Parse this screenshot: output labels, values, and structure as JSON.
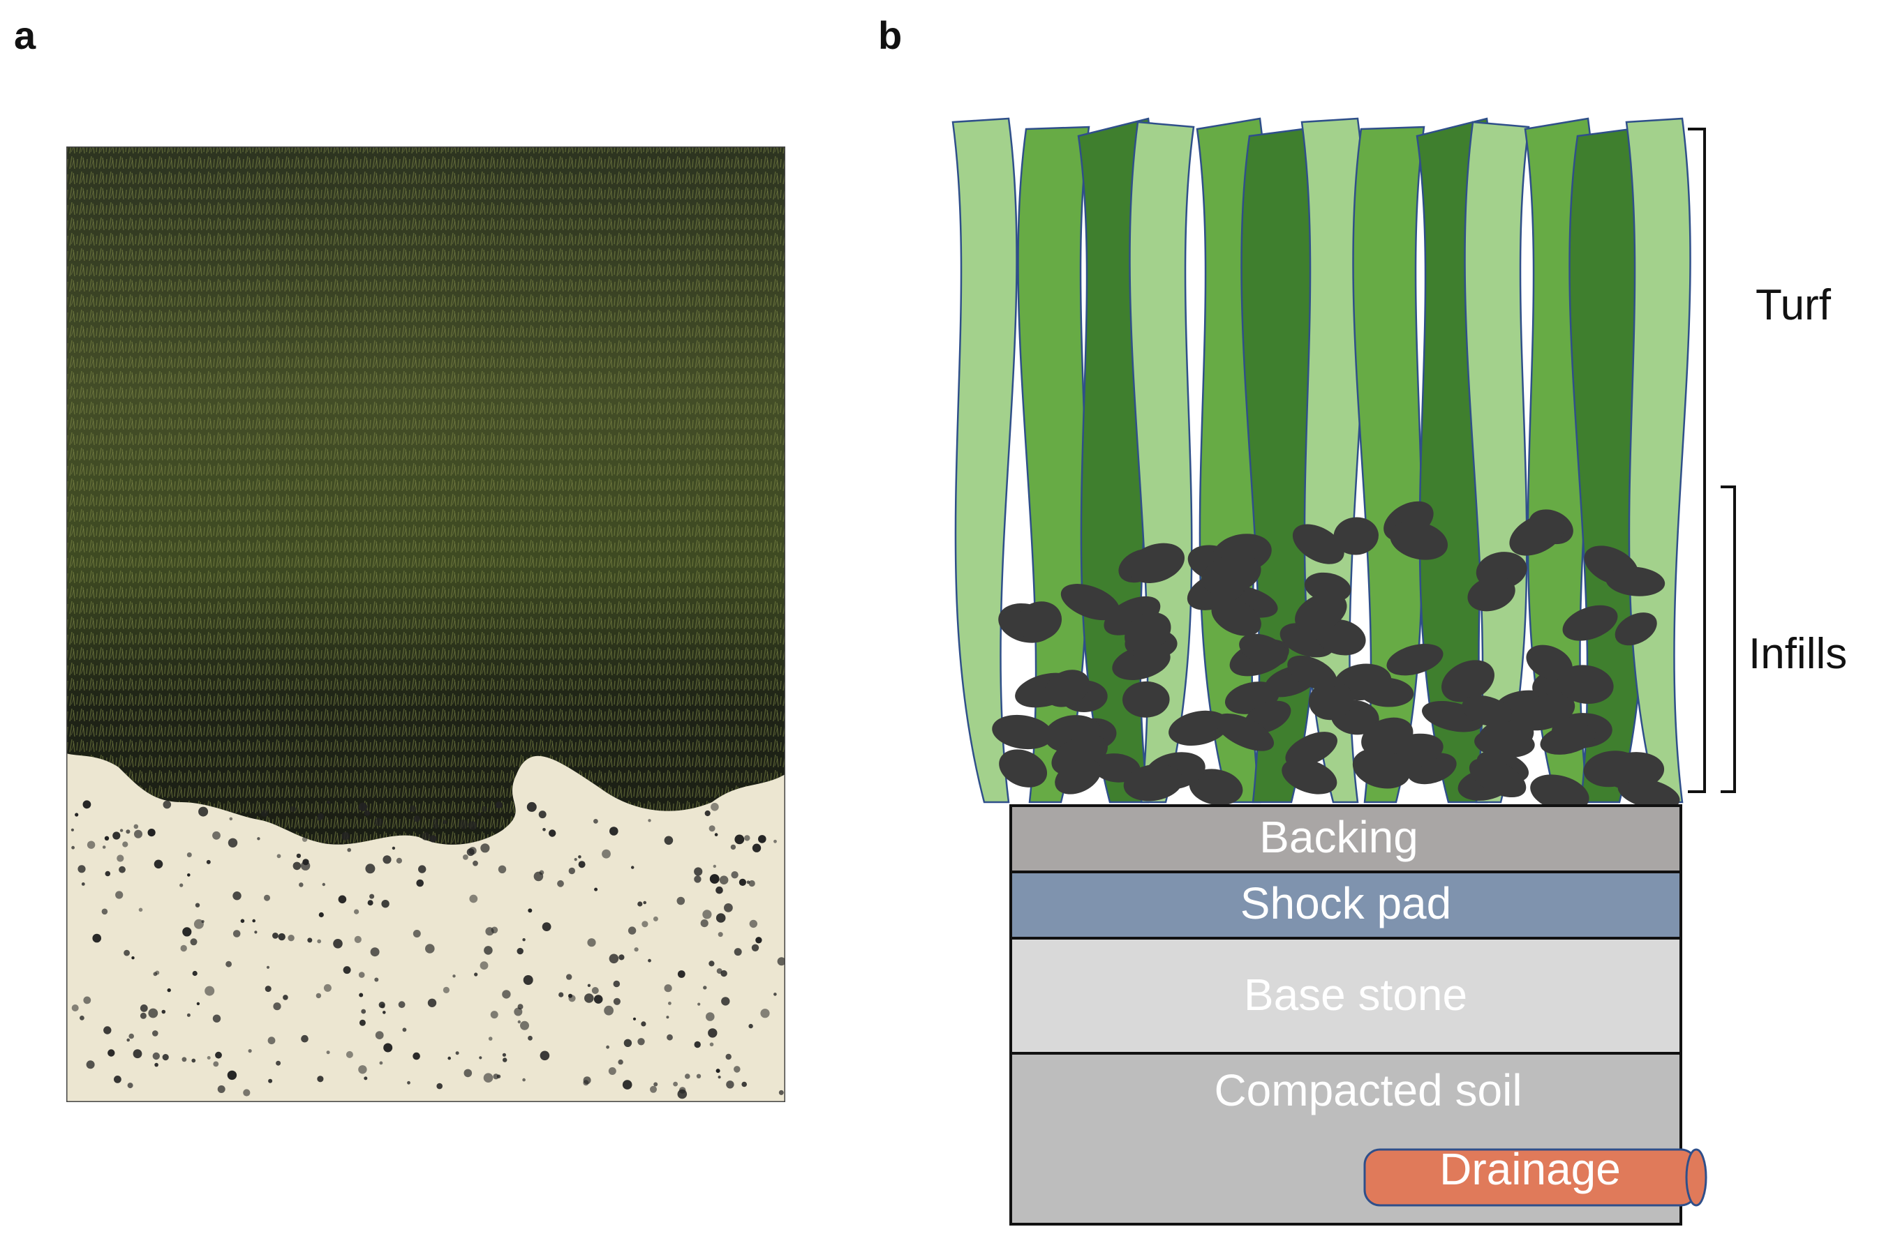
{
  "panels": {
    "a": {
      "letter": "a"
    },
    "b": {
      "letter": "b"
    }
  },
  "labels": {
    "turf": "Turf",
    "infills": "Infills"
  },
  "layers": [
    {
      "id": "backing",
      "label": "Backing",
      "color": "#a9a6a5"
    },
    {
      "id": "shock-pad",
      "label": "Shock pad",
      "color": "#7f93ae"
    },
    {
      "id": "base-stone",
      "label": "Base stone",
      "color": "#d9d9d9"
    },
    {
      "id": "compacted-soil",
      "label": "Compacted soil",
      "color": "#bdbdbd"
    }
  ],
  "drainage": {
    "label": "Drainage",
    "color": "#e07a5a"
  },
  "colors": {
    "blade_light": "#a3d18c",
    "blade_mid": "#67ab45",
    "blade_dark": "#3f7f2e",
    "blade_outline": "#2f4f8a",
    "infill": "#3a3a3a",
    "grass_photo_dark": "#2b331c",
    "grass_photo_mid": "#4c5a2c",
    "sand": "#efe9d6"
  }
}
